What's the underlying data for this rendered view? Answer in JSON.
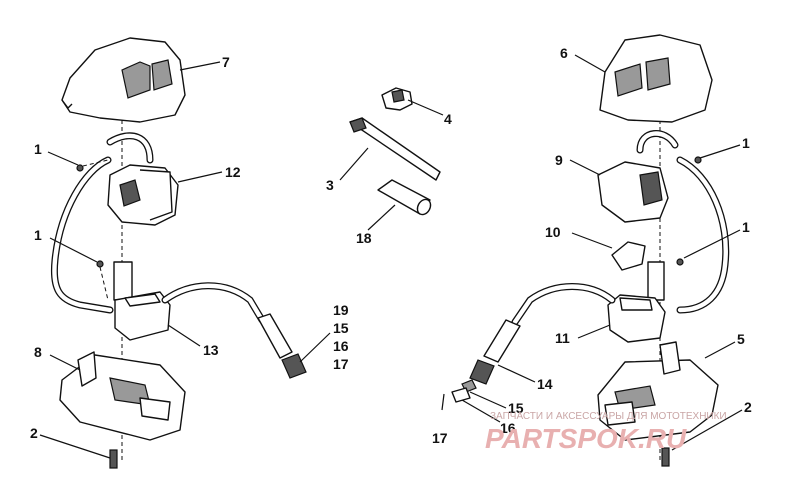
{
  "callouts": {
    "c7": "7",
    "c6": "6",
    "c4": "4",
    "c1a": "1",
    "c12": "12",
    "c3": "3",
    "c1b": "1",
    "c9": "9",
    "c18": "18",
    "c1c": "1",
    "c10": "10",
    "c1d": "1",
    "c19": "19",
    "c15a": "15",
    "c16a": "16",
    "c17a": "17",
    "c13": "13",
    "c11": "11",
    "c8": "8",
    "c5": "5",
    "c14": "14",
    "c15b": "15",
    "c2a": "2",
    "c2b": "2",
    "c17b": "17",
    "c16b": "16"
  },
  "watermark": {
    "tagline": "ЗАПЧАСТИ И АКСЕССУАРЫ ДЛЯ МОТОТЕХНИКИ",
    "logo": "PARTSPOK.RU"
  }
}
